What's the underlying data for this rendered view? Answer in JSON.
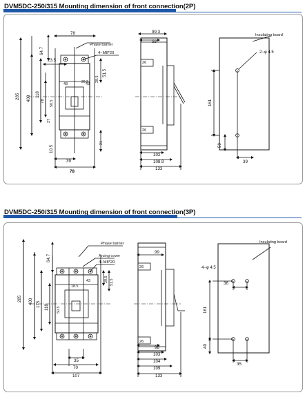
{
  "sections": [
    {
      "title": "DVM5DC-250/315 Mounting dimension of front connection(2P)",
      "front_view": {
        "phase_barrier": "Phase barrier",
        "holes": "4−M8*20",
        "dims": [
          "78",
          "23.5",
          "64.7",
          "285",
          "400",
          "118",
          "78",
          "51.5",
          "48",
          "43",
          "28.5",
          "20.2",
          "50.5",
          "27",
          "10.5",
          "21",
          "39",
          "78"
        ]
      },
      "side_view": {
        "dims": [
          "99.3",
          "58",
          "26",
          "26",
          "102",
          "108.9",
          "133"
        ]
      },
      "board_view": {
        "label": "Insulating board",
        "holes": "2−φ 4.5",
        "dims": [
          "161",
          "59",
          "39"
        ]
      }
    },
    {
      "title": "DVM5DC-250/315 Mounting dimension of front connection(3P)",
      "front_view": {
        "phase_barrier": "Phase barrier",
        "arcing_cover": "Arcing cover",
        "holes": "4−M8*20",
        "dims": [
          "64.7",
          "285",
          "400",
          "175",
          "118",
          "50.5",
          "18.5",
          "43",
          "28.5",
          "51.5",
          "35",
          "70",
          "107"
        ]
      },
      "side_view": {
        "dims": [
          "99",
          "26",
          "26",
          "98",
          "103",
          "104",
          "109",
          "133"
        ]
      },
      "board_view": {
        "label": "Insulating board",
        "holes": "4−φ 4.5",
        "dims": [
          "161",
          "40",
          "36",
          "35"
        ]
      }
    }
  ]
}
